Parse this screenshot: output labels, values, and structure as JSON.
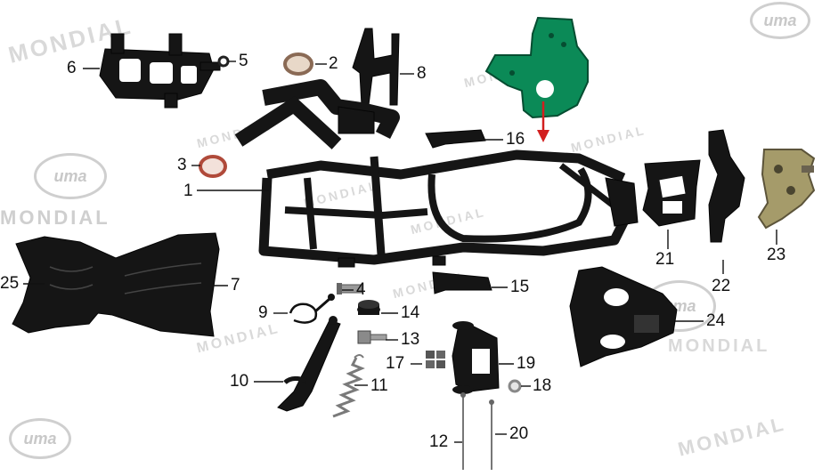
{
  "brand": {
    "logo_text": "uma",
    "watermark_text": "MONDIAL"
  },
  "parts": [
    {
      "id": "1",
      "label": "1"
    },
    {
      "id": "2",
      "label": "2"
    },
    {
      "id": "3",
      "label": "3"
    },
    {
      "id": "4",
      "label": "4"
    },
    {
      "id": "5",
      "label": "5"
    },
    {
      "id": "6",
      "label": "6"
    },
    {
      "id": "7",
      "label": "7"
    },
    {
      "id": "8",
      "label": "8"
    },
    {
      "id": "9",
      "label": "9"
    },
    {
      "id": "10",
      "label": "10"
    },
    {
      "id": "11",
      "label": "11"
    },
    {
      "id": "12",
      "label": "12"
    },
    {
      "id": "13",
      "label": "13"
    },
    {
      "id": "14",
      "label": "14"
    },
    {
      "id": "15",
      "label": "15"
    },
    {
      "id": "16",
      "label": "16"
    },
    {
      "id": "17",
      "label": "17"
    },
    {
      "id": "18",
      "label": "18"
    },
    {
      "id": "19",
      "label": "19"
    },
    {
      "id": "20",
      "label": "20"
    },
    {
      "id": "21",
      "label": "21"
    },
    {
      "id": "22",
      "label": "22"
    },
    {
      "id": "23",
      "label": "23"
    },
    {
      "id": "24",
      "label": "24"
    },
    {
      "id": "25",
      "label": "25"
    }
  ],
  "colors": {
    "part": "#151515",
    "highlight_bracket": "#0b8a57",
    "pointer_arrow": "#d21f1f",
    "watermark": "#d9d9d9"
  }
}
